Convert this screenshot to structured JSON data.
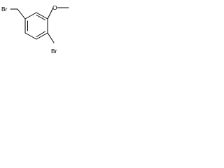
{
  "molecule": {
    "atoms": {
      "bromomethyl_br": "Br",
      "methoxy_o": "O",
      "aryl_br": "Br"
    },
    "substituents": [
      "bromomethyl",
      "methoxy",
      "bromo"
    ]
  }
}
